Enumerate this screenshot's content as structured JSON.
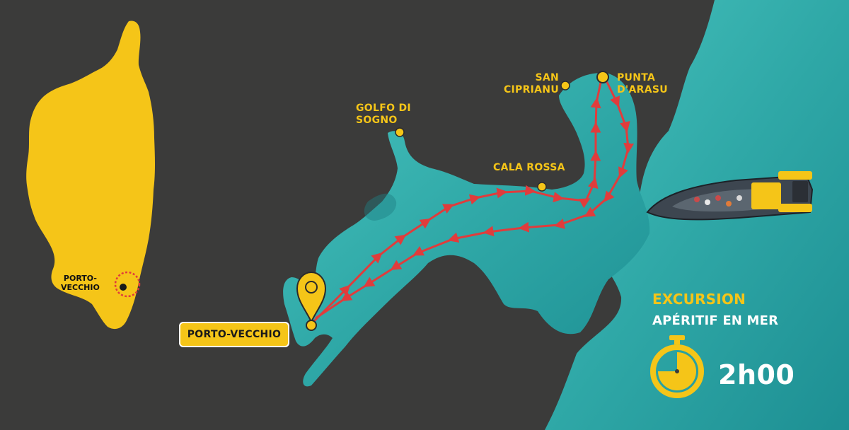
{
  "map": {
    "labels": {
      "golfo_di_sogno": "GOLFO DI\nSOGNO",
      "san_ciprianu": "SAN\nCIPRIANU",
      "punta_darasu": "PUNTA\nD'ARASU",
      "cala_rossa": "CALA ROSSA"
    },
    "start_tag": "PORTO-VECCHIO",
    "inset_label": "PORTO-\nVECCHIO"
  },
  "excursion": {
    "title": "EXCURSION",
    "subtitle": "APÉRITIF EN MER",
    "duration": "2h00",
    "icon": "stopwatch-icon"
  },
  "colors": {
    "background": "#3b3b3a",
    "sea": "#2fa8a7",
    "accent": "#f5c518",
    "route": "#e03c3c"
  }
}
